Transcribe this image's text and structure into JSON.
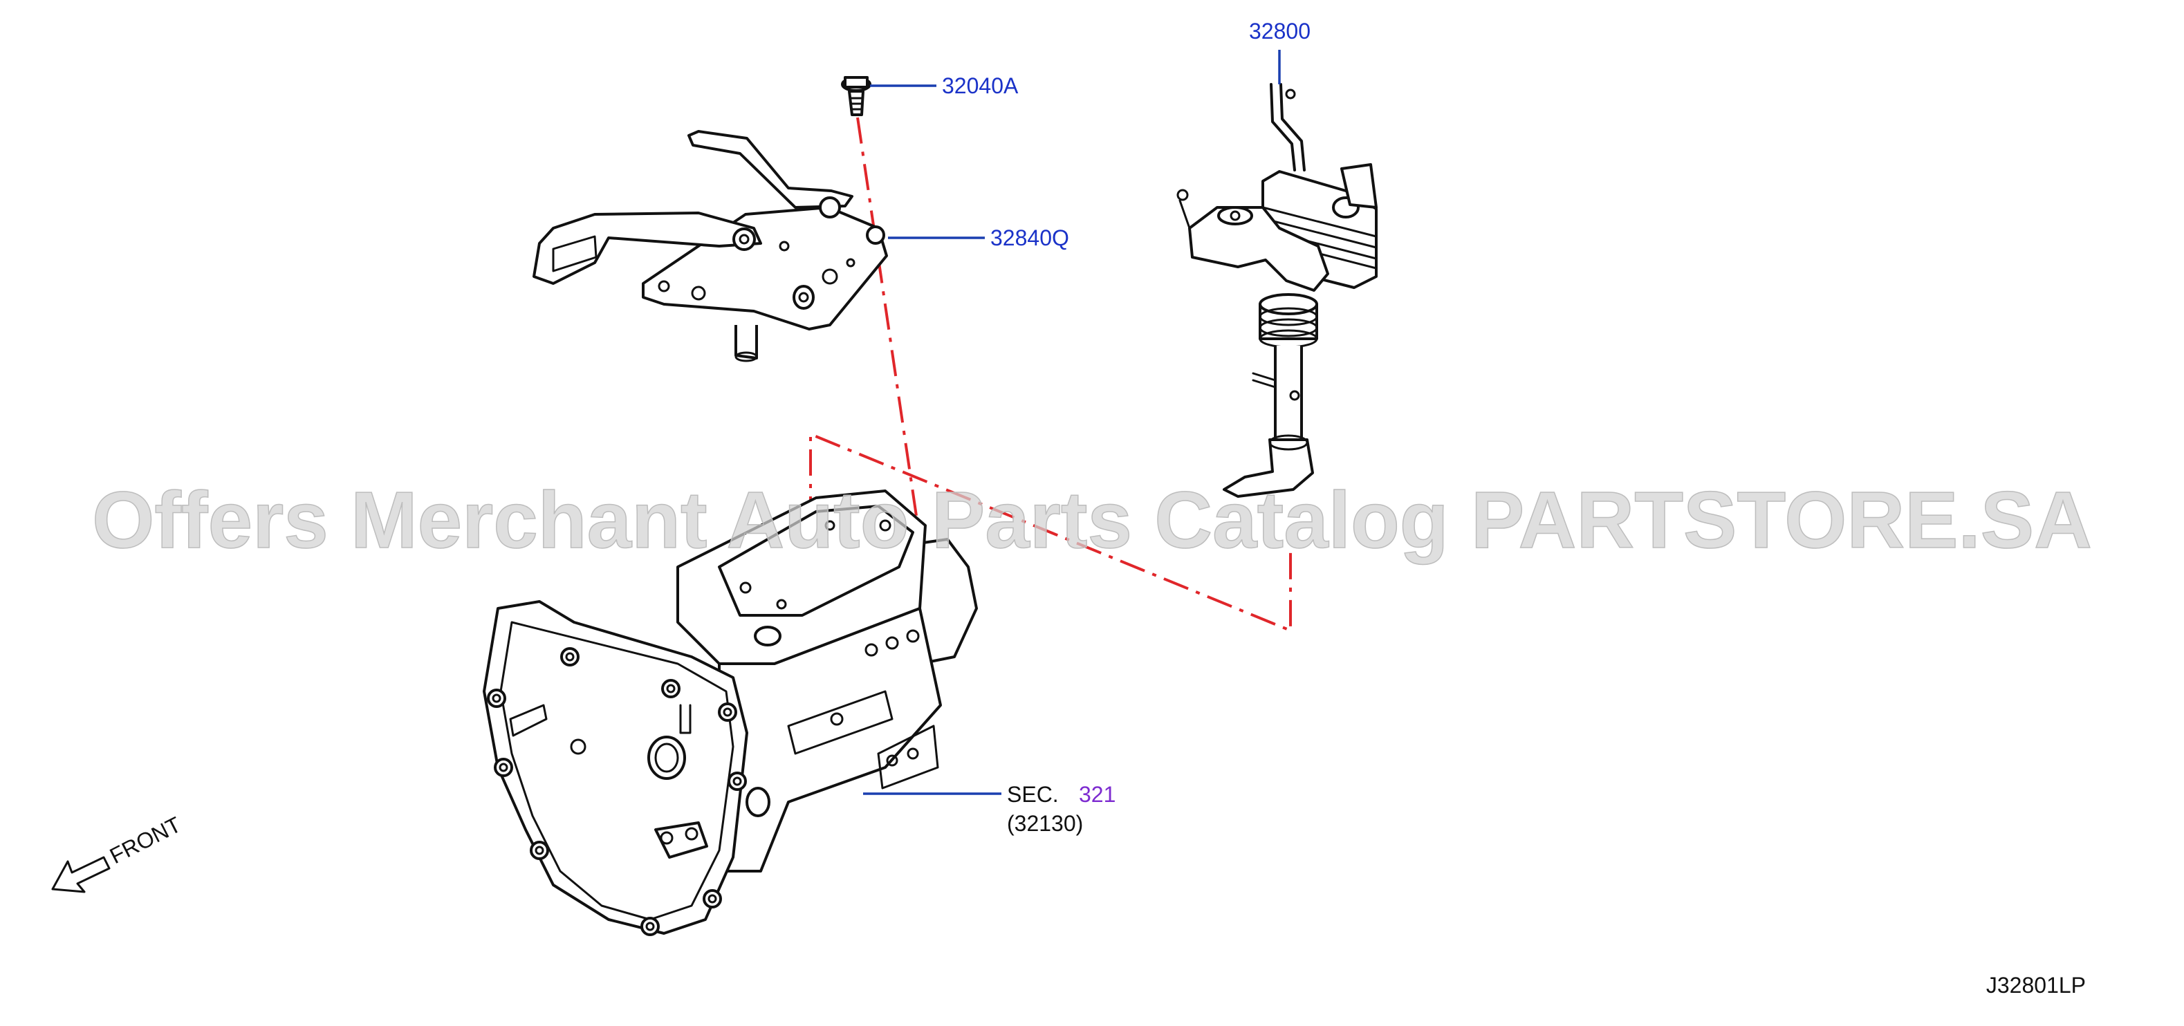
{
  "watermark": "Offers Merchant Auto Parts Catalog PARTSTORE.SA",
  "callouts": {
    "bolt": "32040A",
    "bracket": "32840Q",
    "shifter": "32800",
    "sec_prefix": "SEC.",
    "sec_number": "321",
    "sec_sub": "(32130)"
  },
  "front_label": "FRONT",
  "diagram_code": "J32801LP",
  "colors": {
    "callout": "#1a32c8",
    "section_link": "#7d2bd0",
    "phantom_line": "#e0262a",
    "watermark": "#d2d2d2"
  }
}
